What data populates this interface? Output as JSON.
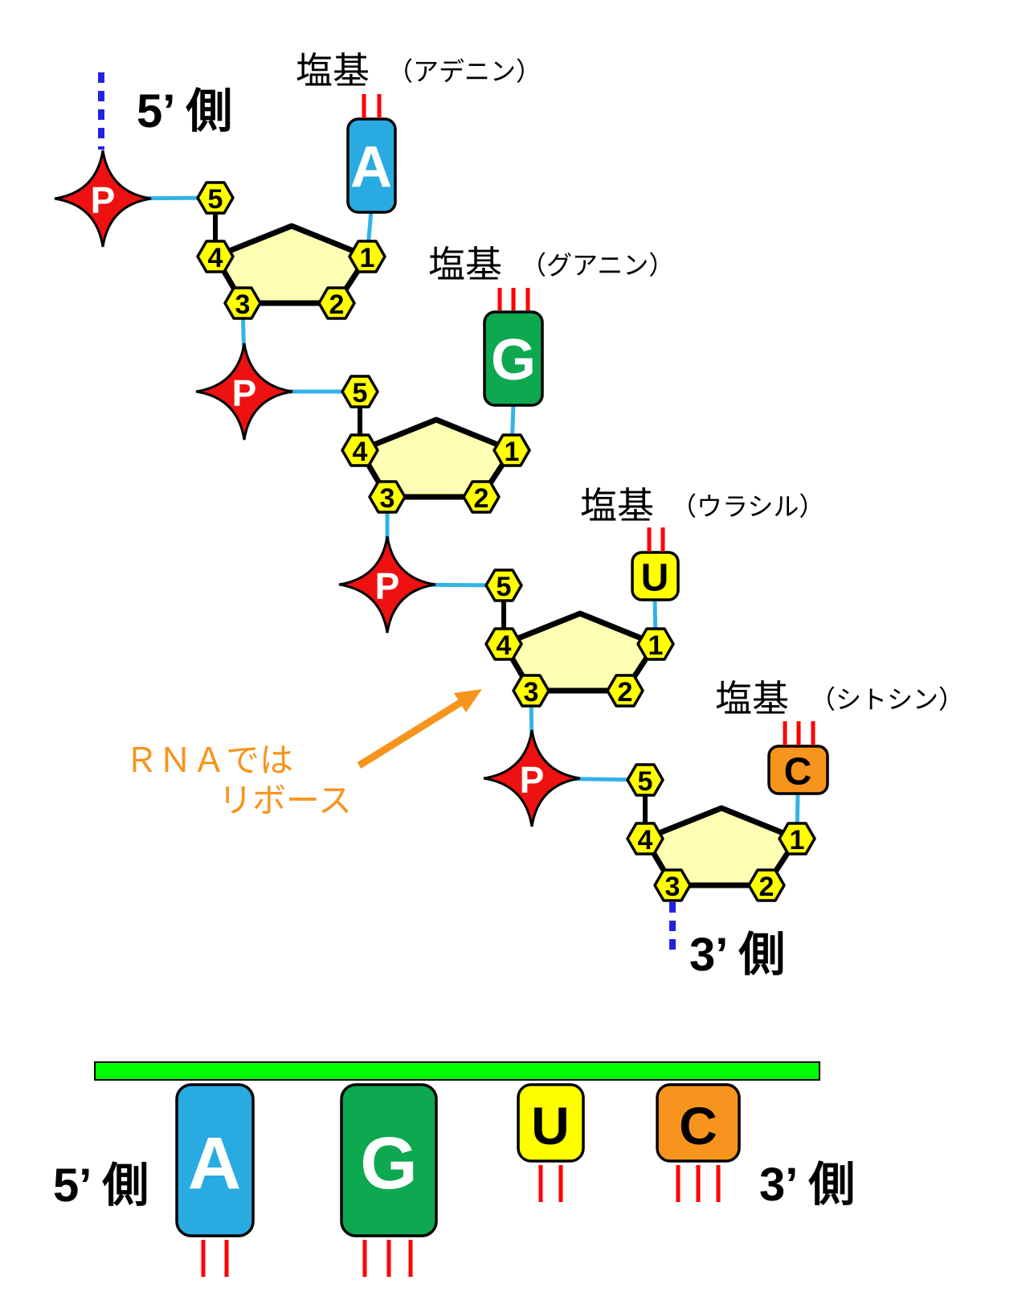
{
  "colors": {
    "phosphate_red": "#EE1111",
    "hbond_red": "#FF0000",
    "dash_blue": "#2222E0",
    "link_cyan": "#33B3E6",
    "base_blue": "#29ABE2",
    "base_green": "#0DA850",
    "base_yellow": "#FFFF00",
    "base_orange": "#F7941D",
    "pentagon_fill": "#FFFFB3",
    "hex_yellow": "#FFFF00",
    "bar_green": "#00FF00",
    "annotation_orange": "#F7941D"
  },
  "top_diagram": {
    "five_prime_label": "5’ 側",
    "three_prime_label": "3’ 側",
    "phosphate_letter": "P",
    "ring_numbers": [
      "1",
      "2",
      "3",
      "4",
      "5"
    ],
    "nucleotides": [
      {
        "letter": "A",
        "label_main": "塩基",
        "label_sub": "（アデニン）",
        "base_name": "adenine",
        "hydrogen_bonds": 2
      },
      {
        "letter": "G",
        "label_main": "塩基",
        "label_sub": "（グアニン）",
        "base_name": "guanine",
        "hydrogen_bonds": 3
      },
      {
        "letter": "U",
        "label_main": "塩基",
        "label_sub": "（ウラシル）",
        "base_name": "uracil",
        "hydrogen_bonds": 2
      },
      {
        "letter": "C",
        "label_main": "塩基",
        "label_sub": "（シトシン）",
        "base_name": "cytosine",
        "hydrogen_bonds": 3
      }
    ],
    "annotation": {
      "line1": "ＲＮＡでは",
      "line2": "リボース"
    }
  },
  "bottom_diagram": {
    "five_prime_label": "5’ 側",
    "three_prime_label": "3’ 側",
    "bases": [
      {
        "letter": "A",
        "hydrogen_bonds": 2
      },
      {
        "letter": "G",
        "hydrogen_bonds": 3
      },
      {
        "letter": "U",
        "hydrogen_bonds": 2
      },
      {
        "letter": "C",
        "hydrogen_bonds": 3
      }
    ]
  }
}
